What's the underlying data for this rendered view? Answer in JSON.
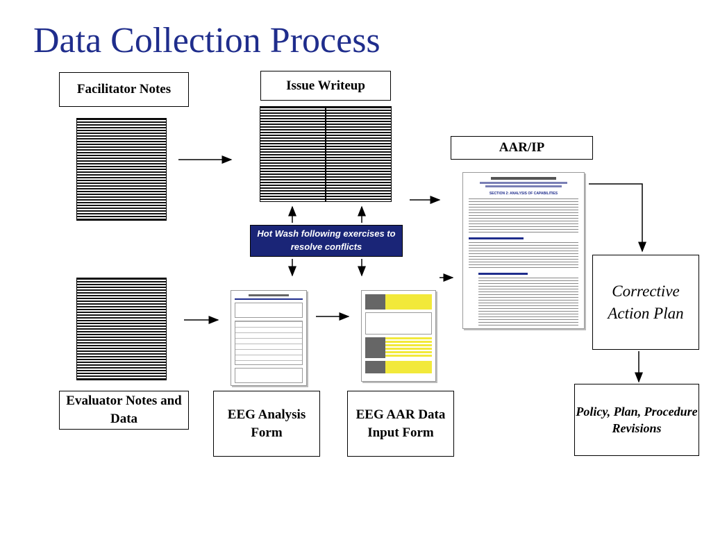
{
  "title": "Data Collection Process",
  "boxes": {
    "facilitator_notes": "Facilitator Notes",
    "issue_writeup": "Issue Writeup",
    "aar_ip": "AAR/IP",
    "hot_wash": "Hot Wash following exercises to resolve conflicts",
    "corrective_action_plan": "Corrective Action Plan",
    "evaluator_notes": "Evaluator Notes and Data",
    "eeg_analysis_form": "EEG Analysis Form",
    "eeg_aar_form": "EEG AAR Data Input Form",
    "policy_revisions": "Policy, Plan, Procedure Revisions"
  },
  "doc_thumbnails": {
    "aar_header": "SECTION 2: ANALYSIS OF CAPABILITIES"
  }
}
